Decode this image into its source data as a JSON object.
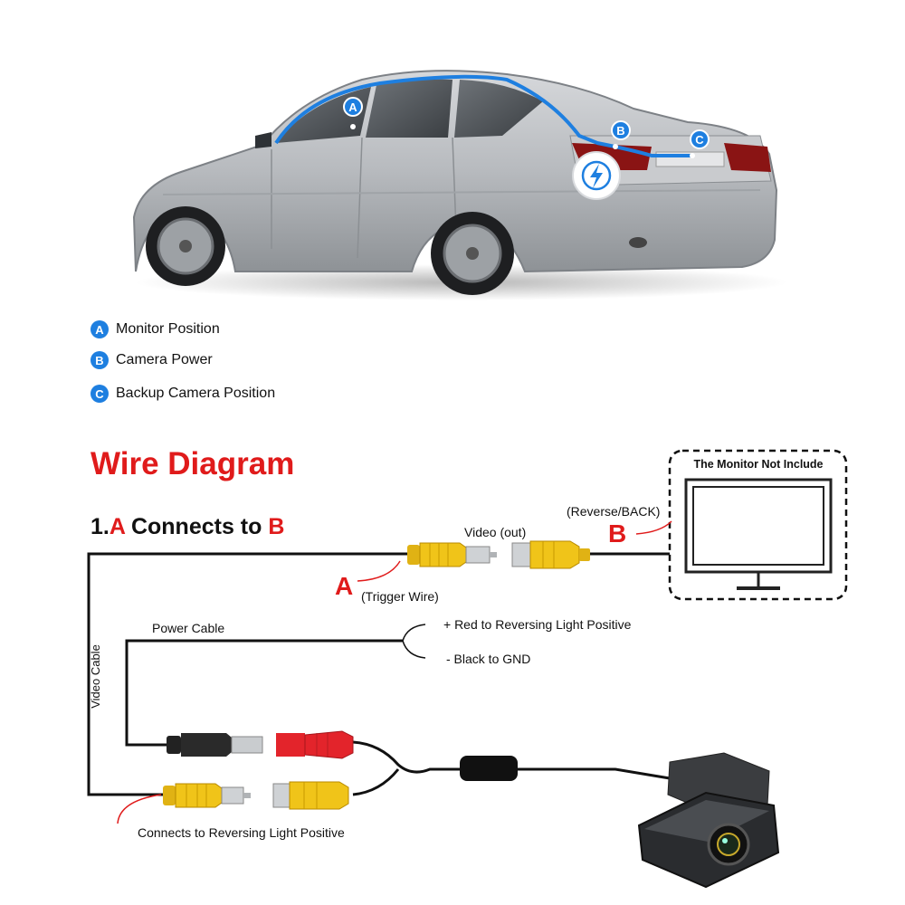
{
  "legend": {
    "items": [
      {
        "letter": "A",
        "label": "Monitor Position"
      },
      {
        "letter": "B",
        "label": "Camera Power"
      },
      {
        "letter": "C",
        "label": "Backup Camera Position"
      }
    ]
  },
  "car_markers": {
    "a": "A",
    "b": "B",
    "c": "C"
  },
  "diagram": {
    "title": "Wire Diagram",
    "subtitle_prefix": "1.",
    "subtitle_a": "A",
    "subtitle_mid": " Connects to ",
    "subtitle_b": "B",
    "monitor_note": "The Monitor Not Include",
    "reverse_back": "(Reverse/BACK)",
    "video_out": "Video (out)",
    "letter_a": "A",
    "letter_b": "B",
    "trigger_wire": "(Trigger Wire)",
    "power_cable": "Power Cable",
    "red_wire": "+ Red to Reversing Light Positive",
    "black_wire": "- Black to GND",
    "video_cable": "Video Cable",
    "connects_reversing": "Connects to Reversing Light Positive"
  },
  "colors": {
    "accent_red": "#e01b1b",
    "marker_blue": "#1e7fe0",
    "rca_yellow": "#f0c419",
    "rca_red": "#e3242b",
    "car_silver": "#b9bcc0"
  }
}
